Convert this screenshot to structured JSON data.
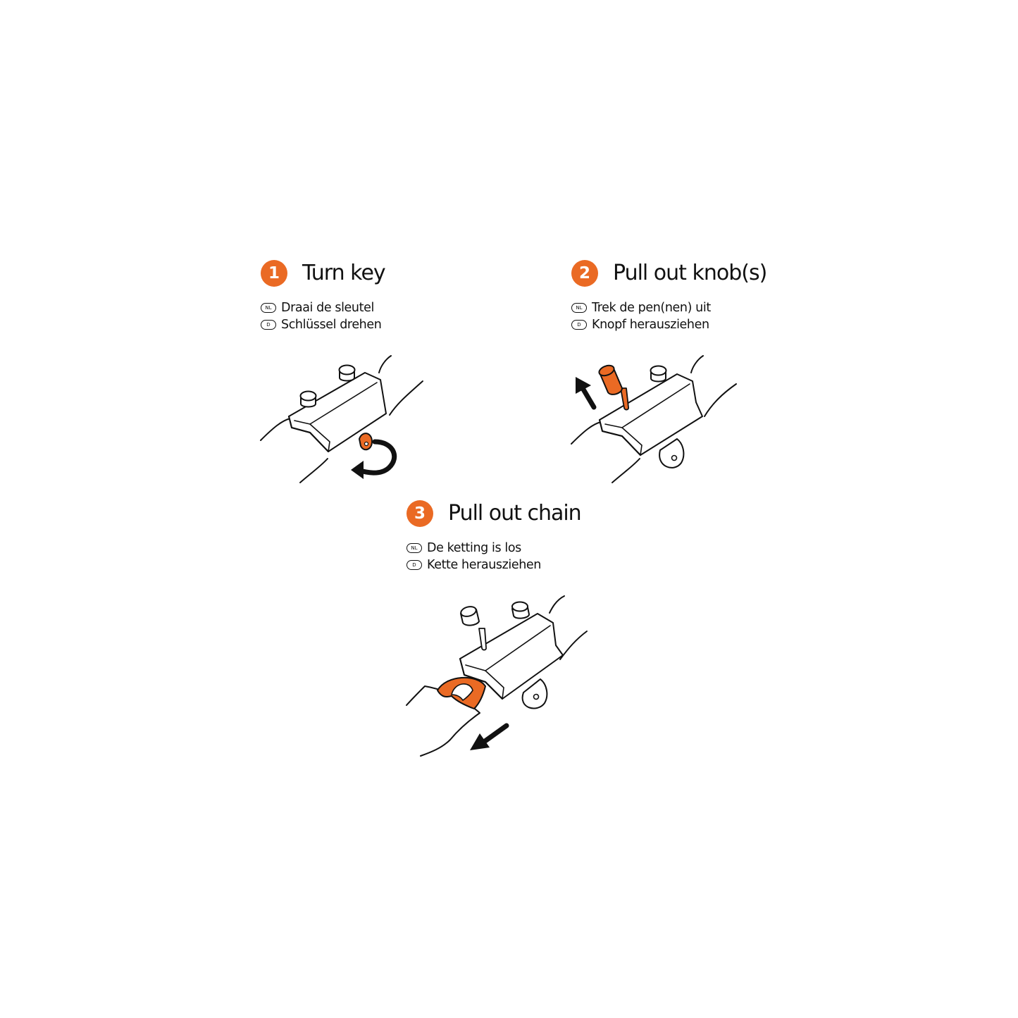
{
  "accent_color": "#ea6a24",
  "steps": [
    {
      "number": "1",
      "title": "Turn key",
      "lines": [
        {
          "lang": "NL",
          "text": "Draai de sleutel"
        },
        {
          "lang": "D",
          "text": "Schlüssel drehen"
        }
      ],
      "icons": [
        "key-icon",
        "rotate-arrow-icon"
      ]
    },
    {
      "number": "2",
      "title": "Pull out knob(s)",
      "lines": [
        {
          "lang": "NL",
          "text": "Trek de pen(nen) uit"
        },
        {
          "lang": "D",
          "text": "Knopf herausziehen"
        }
      ],
      "icons": [
        "knob-icon",
        "pull-arrow-icon"
      ]
    },
    {
      "number": "3",
      "title": "Pull out chain",
      "lines": [
        {
          "lang": "NL",
          "text": "De ketting is los"
        },
        {
          "lang": "D",
          "text": "Kette herausziehen"
        }
      ],
      "icons": [
        "chain-link-icon",
        "pull-arrow-icon"
      ]
    }
  ]
}
